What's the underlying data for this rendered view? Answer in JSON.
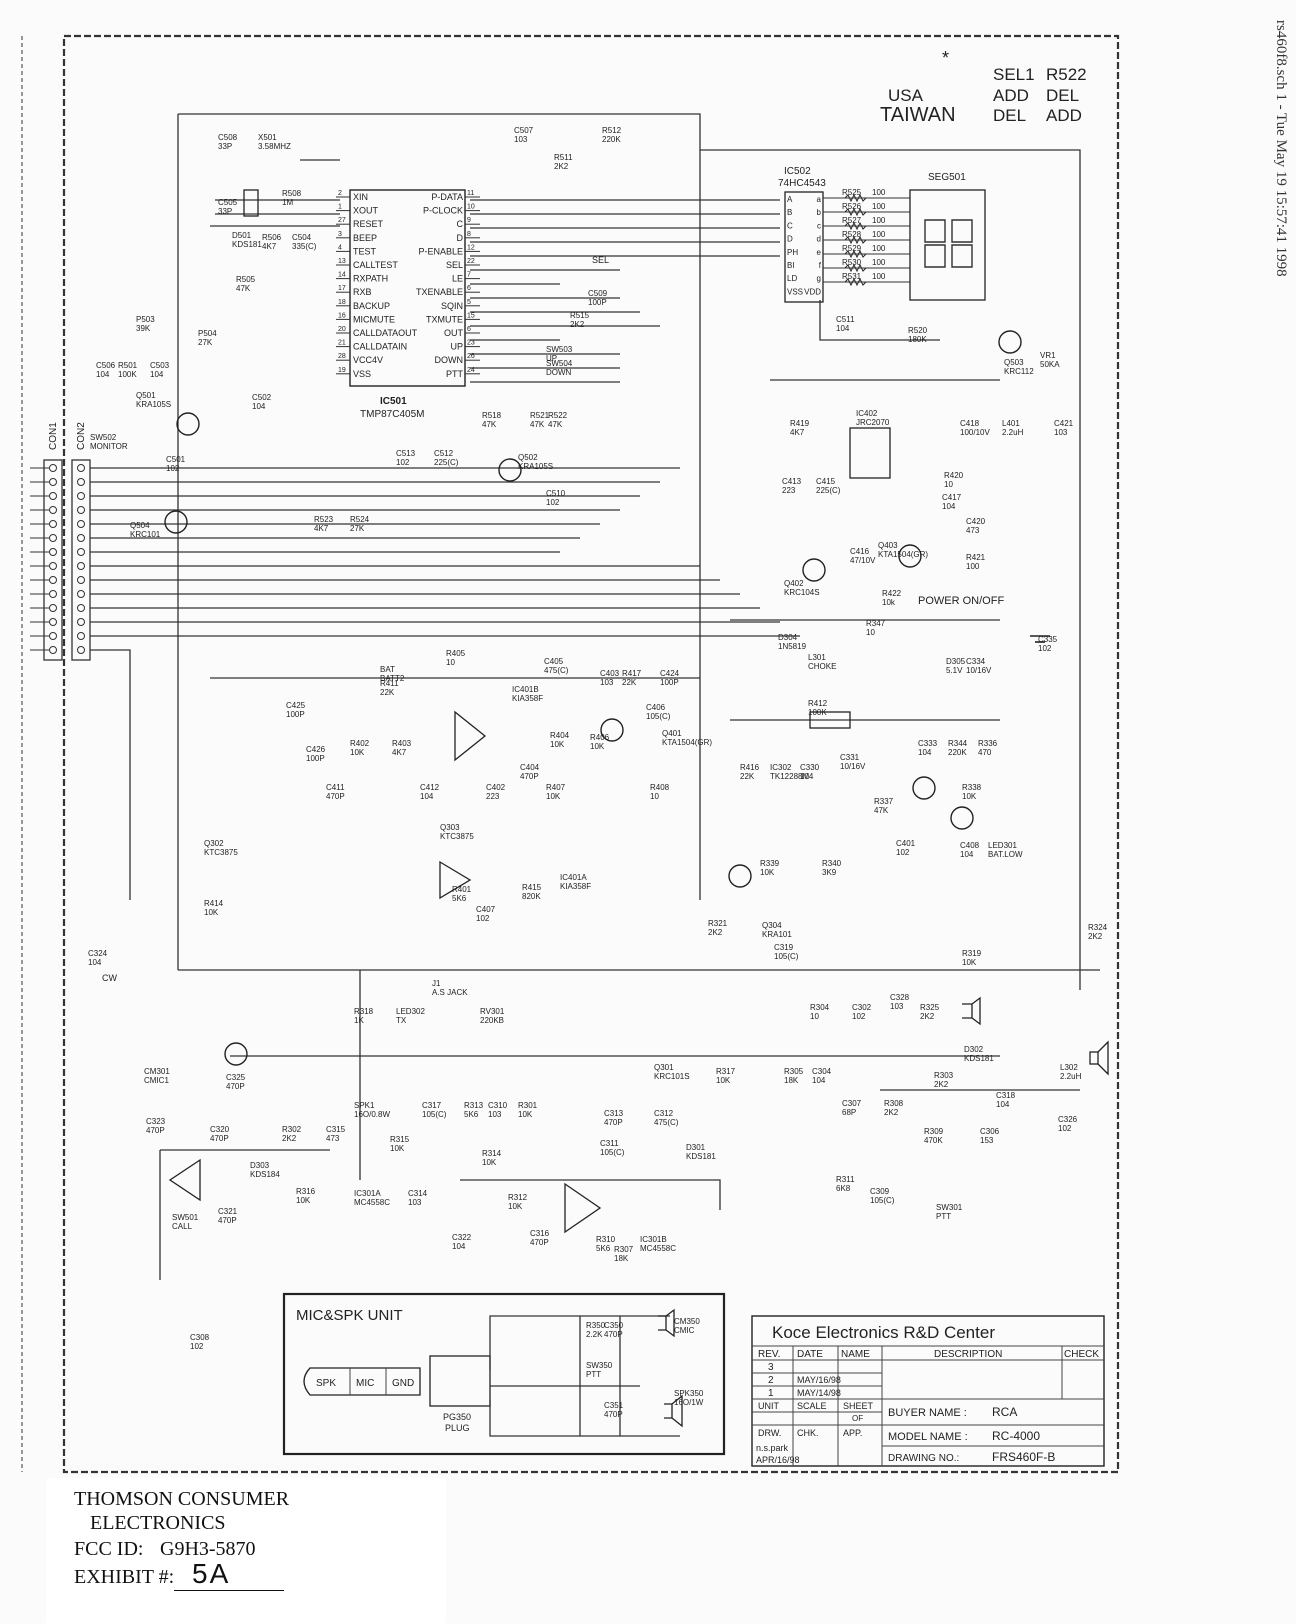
{
  "stamp": "rs460f8.sch 1 - Tue May 19 15:57:41 1998",
  "options": {
    "mark": "*",
    "col1": "SEL1",
    "col2": "R522",
    "rows": [
      {
        "region": "USA",
        "sel1": "ADD",
        "r522": "DEL"
      },
      {
        "region": "TAIWAN",
        "sel1": "DEL",
        "r522": "ADD"
      }
    ]
  },
  "connectors": {
    "con1": "CON1",
    "con2": "CON2"
  },
  "ic501": {
    "ref": "IC501",
    "part": "TMP87C405M",
    "left_pins": [
      {
        "num": "2",
        "name": "XIN"
      },
      {
        "num": "1",
        "name": "XOUT"
      },
      {
        "num": "27",
        "name": "RESET"
      },
      {
        "num": "3",
        "name": "BEEP"
      },
      {
        "num": "4",
        "name": "TEST"
      },
      {
        "num": "13",
        "name": "CALLTEST"
      },
      {
        "num": "14",
        "name": "RXPATH"
      },
      {
        "num": "17",
        "name": "RXB"
      },
      {
        "num": "18",
        "name": "BACKUP"
      },
      {
        "num": "16",
        "name": "MICMUTE"
      },
      {
        "num": "20",
        "name": "CALLDATAOUT"
      },
      {
        "num": "21",
        "name": "CALLDATAIN"
      },
      {
        "num": "28",
        "name": "VCC4V"
      },
      {
        "num": "19",
        "name": "VSS"
      }
    ],
    "right_pins": [
      {
        "num": "11",
        "name": "P-DATA"
      },
      {
        "num": "10",
        "name": "P-CLOCK"
      },
      {
        "num": "9",
        "name": "C"
      },
      {
        "num": "8",
        "name": "D"
      },
      {
        "num": "12",
        "name": "P-ENABLE"
      },
      {
        "num": "22",
        "name": "SEL"
      },
      {
        "num": "7",
        "name": "LE"
      },
      {
        "num": "6",
        "name": "TXENABLE"
      },
      {
        "num": "5",
        "name": "SQIN"
      },
      {
        "num": "15",
        "name": "TXMUTE"
      },
      {
        "num": "6",
        "name": "OUT"
      },
      {
        "num": "23",
        "name": "UP"
      },
      {
        "num": "26",
        "name": "DOWN"
      },
      {
        "num": "24",
        "name": "PTT"
      }
    ]
  },
  "ic502": {
    "ref": "IC502",
    "part": "74HC4543",
    "left_pins": [
      "A",
      "B",
      "C",
      "D",
      "PH",
      "BI",
      "LD",
      "VSS"
    ],
    "right_pins": [
      "a",
      "b",
      "c",
      "d",
      "e",
      "f",
      "g",
      "VDD"
    ]
  },
  "seg501": {
    "ref": "SEG501"
  },
  "seg_resistors": [
    "R525",
    "R526",
    "R527",
    "R528",
    "R529",
    "R530",
    "R531"
  ],
  "seg_value": "100",
  "components": [
    {
      "ref": "C508",
      "value": "33P"
    },
    {
      "ref": "X501",
      "value": "3.58MHZ"
    },
    {
      "ref": "C505",
      "value": "33P"
    },
    {
      "ref": "R508",
      "value": "1M"
    },
    {
      "ref": "D501",
      "value": "KDS181"
    },
    {
      "ref": "R506",
      "value": "4K7"
    },
    {
      "ref": "C504",
      "value": "335(C)"
    },
    {
      "ref": "R505",
      "value": "47K"
    },
    {
      "ref": "C507",
      "value": "103"
    },
    {
      "ref": "R511",
      "value": "2K2"
    },
    {
      "ref": "R512",
      "value": "220K"
    },
    {
      "ref": "C509",
      "value": "100P"
    },
    {
      "ref": "R515",
      "value": "2K2"
    },
    {
      "ref": "SW503",
      "value": "UP"
    },
    {
      "ref": "SW504",
      "value": "DOWN"
    },
    {
      "ref": "C511",
      "value": "104"
    },
    {
      "ref": "R520",
      "value": "180K"
    },
    {
      "ref": "Q503",
      "value": "KRC112"
    },
    {
      "ref": "VR1",
      "value": "50KA"
    },
    {
      "ref": "P503",
      "value": "39K"
    },
    {
      "ref": "P504",
      "value": "27K"
    },
    {
      "ref": "C506",
      "value": "104"
    },
    {
      "ref": "R501",
      "value": "100K"
    },
    {
      "ref": "C503",
      "value": "104"
    },
    {
      "ref": "Q501",
      "value": "KRA105S"
    },
    {
      "ref": "C502",
      "value": "104"
    },
    {
      "ref": "C501",
      "value": "102"
    },
    {
      "ref": "SW502",
      "value": "MONITOR"
    },
    {
      "ref": "C513",
      "value": "102"
    },
    {
      "ref": "C512",
      "value": "225(C)"
    },
    {
      "ref": "R518",
      "value": "47K"
    },
    {
      "ref": "R521",
      "value": "47K"
    },
    {
      "ref": "R522",
      "value": "47K"
    },
    {
      "ref": "Q502",
      "value": "KRA105S"
    },
    {
      "ref": "C510",
      "value": "102"
    },
    {
      "ref": "R523",
      "value": "4K7"
    },
    {
      "ref": "R524",
      "value": "27K"
    },
    {
      "ref": "Q504",
      "value": "KRC101"
    },
    {
      "ref": "R419",
      "value": "4K7"
    },
    {
      "ref": "IC402",
      "value": "JRC2070"
    },
    {
      "ref": "C418",
      "value": "100/10V"
    },
    {
      "ref": "L401",
      "value": "2.2uH"
    },
    {
      "ref": "C421",
      "value": "103"
    },
    {
      "ref": "C413",
      "value": "223"
    },
    {
      "ref": "C415",
      "value": "225(C)"
    },
    {
      "ref": "R420",
      "value": "10"
    },
    {
      "ref": "C417",
      "value": "104"
    },
    {
      "ref": "C420",
      "value": "473"
    },
    {
      "ref": "Q403",
      "value": "KTA1504(GR)"
    },
    {
      "ref": "R421",
      "value": "100"
    },
    {
      "ref": "C416",
      "value": "47/10V"
    },
    {
      "ref": "R422",
      "value": "10k"
    },
    {
      "ref": "Q402",
      "value": "KRC104S"
    },
    {
      "ref": "D304",
      "value": "1N5819"
    },
    {
      "ref": "R347",
      "value": "10"
    },
    {
      "ref": "L301",
      "value": "CHOKE"
    },
    {
      "ref": "D305",
      "value": "5.1V"
    },
    {
      "ref": "C334",
      "value": "10/16V"
    },
    {
      "ref": "C335",
      "value": "102"
    },
    {
      "ref": "BAT",
      "value": "BATT2"
    },
    {
      "ref": "R405",
      "value": "10"
    },
    {
      "ref": "IC401B",
      "value": "KIA358F"
    },
    {
      "ref": "C405",
      "value": "475(C)"
    },
    {
      "ref": "R411",
      "value": "22K"
    },
    {
      "ref": "C403",
      "value": "103"
    },
    {
      "ref": "R417",
      "value": "22K"
    },
    {
      "ref": "C424",
      "value": "100P"
    },
    {
      "ref": "C425",
      "value": "100P"
    },
    {
      "ref": "C426",
      "value": "100P"
    },
    {
      "ref": "R402",
      "value": "10K"
    },
    {
      "ref": "R403",
      "value": "4K7"
    },
    {
      "ref": "R404",
      "value": "10K"
    },
    {
      "ref": "R406",
      "value": "10K"
    },
    {
      "ref": "C406",
      "value": "105(C)"
    },
    {
      "ref": "Q401",
      "value": "KTA1504(GR)"
    },
    {
      "ref": "C411",
      "value": "470P"
    },
    {
      "ref": "C412",
      "value": "104"
    },
    {
      "ref": "C402",
      "value": "223"
    },
    {
      "ref": "C404",
      "value": "470P"
    },
    {
      "ref": "R407",
      "value": "10K"
    },
    {
      "ref": "R408",
      "value": "10"
    },
    {
      "ref": "R412",
      "value": "100K"
    },
    {
      "ref": "R416",
      "value": "22K"
    },
    {
      "ref": "IC302",
      "value": "TK12288M"
    },
    {
      "ref": "C330",
      "value": "104"
    },
    {
      "ref": "C331",
      "value": "10/16V"
    },
    {
      "ref": "C333",
      "value": "104"
    },
    {
      "ref": "R344",
      "value": "220K"
    },
    {
      "ref": "R336",
      "value": "470"
    },
    {
      "ref": "R337",
      "value": "47K"
    },
    {
      "ref": "R338",
      "value": "10K"
    },
    {
      "ref": "Q302",
      "value": "KTC3875"
    },
    {
      "ref": "Q303",
      "value": "KTC3875"
    },
    {
      "ref": "R401",
      "value": "5K6"
    },
    {
      "ref": "R415",
      "value": "820K"
    },
    {
      "ref": "IC401A",
      "value": "KIA358F"
    },
    {
      "ref": "R414",
      "value": "10K"
    },
    {
      "ref": "C407",
      "value": "102"
    },
    {
      "ref": "C401",
      "value": "102"
    },
    {
      "ref": "C408",
      "value": "104"
    },
    {
      "ref": "LED301",
      "value": "BAT.LOW"
    },
    {
      "ref": "R339",
      "value": "10K"
    },
    {
      "ref": "R340",
      "value": "3K9"
    },
    {
      "ref": "Q304",
      "value": "KRA101"
    },
    {
      "ref": "R321",
      "value": "2K2"
    },
    {
      "ref": "C319",
      "value": "105(C)"
    },
    {
      "ref": "R319",
      "value": "10K"
    },
    {
      "ref": "R324",
      "value": "2K2"
    },
    {
      "ref": "C324",
      "value": "104"
    },
    {
      "ref": "J1",
      "value": "A.S JACK"
    },
    {
      "ref": "RV301",
      "value": "220KB"
    },
    {
      "ref": "R318",
      "value": "1K"
    },
    {
      "ref": "LED302",
      "value": "TX"
    },
    {
      "ref": "R304",
      "value": "10"
    },
    {
      "ref": "C302",
      "value": "102"
    },
    {
      "ref": "C328",
      "value": "103"
    },
    {
      "ref": "R325",
      "value": "2K2"
    },
    {
      "ref": "D302",
      "value": "KDS181"
    },
    {
      "ref": "C325",
      "value": "470P"
    },
    {
      "ref": "CM301",
      "value": "CMIC1"
    },
    {
      "ref": "Q301",
      "value": "KRC101S"
    },
    {
      "ref": "R317",
      "value": "10K"
    },
    {
      "ref": "R305",
      "value": "18K"
    },
    {
      "ref": "C304",
      "value": "104"
    },
    {
      "ref": "R303",
      "value": "2K2"
    },
    {
      "ref": "C318",
      "value": "104"
    },
    {
      "ref": "L302",
      "value": "2.2uH"
    },
    {
      "ref": "C326",
      "value": "102"
    },
    {
      "ref": "C323",
      "value": "470P"
    },
    {
      "ref": "SPK1",
      "value": "16O/0.8W"
    },
    {
      "ref": "C317",
      "value": "105(C)"
    },
    {
      "ref": "R313",
      "value": "5K6"
    },
    {
      "ref": "C310",
      "value": "103"
    },
    {
      "ref": "R301",
      "value": "10K"
    },
    {
      "ref": "C313",
      "value": "470P"
    },
    {
      "ref": "C312",
      "value": "475(C)"
    },
    {
      "ref": "C307",
      "value": "68P"
    },
    {
      "ref": "R308",
      "value": "2K2"
    },
    {
      "ref": "C320",
      "value": "470P"
    },
    {
      "ref": "R302",
      "value": "2K2"
    },
    {
      "ref": "C315",
      "value": "473"
    },
    {
      "ref": "R315",
      "value": "10K"
    },
    {
      "ref": "R314",
      "value": "10K"
    },
    {
      "ref": "C311",
      "value": "105(C)"
    },
    {
      "ref": "D301",
      "value": "KDS181"
    },
    {
      "ref": "R309",
      "value": "470K"
    },
    {
      "ref": "C306",
      "value": "153"
    },
    {
      "ref": "D303",
      "value": "KDS184"
    },
    {
      "ref": "SW501",
      "value": "CALL"
    },
    {
      "ref": "R316",
      "value": "10K"
    },
    {
      "ref": "IC301A",
      "value": "MC4558C"
    },
    {
      "ref": "C314",
      "value": "103"
    },
    {
      "ref": "R312",
      "value": "10K"
    },
    {
      "ref": "R311",
      "value": "6K8"
    },
    {
      "ref": "C309",
      "value": "105(C)"
    },
    {
      "ref": "SW301",
      "value": "PTT"
    },
    {
      "ref": "C321",
      "value": "470P"
    },
    {
      "ref": "C322",
      "value": "104"
    },
    {
      "ref": "C316",
      "value": "470P"
    },
    {
      "ref": "R310",
      "value": "5K6"
    },
    {
      "ref": "IC301B",
      "value": "MC4558C"
    },
    {
      "ref": "R307",
      "value": "18K"
    },
    {
      "ref": "C308",
      "value": "102"
    }
  ],
  "labels": {
    "sel": "SEL",
    "power": "POWER ON/OFF",
    "cw": "CW"
  },
  "mic_spk_unit": {
    "title": "MIC&SPK UNIT",
    "plug_segments": [
      "SPK",
      "MIC",
      "GND"
    ],
    "plug_ref": "PG350",
    "plug_label": "PLUG",
    "parts": [
      {
        "ref": "R350",
        "value": "2.2K"
      },
      {
        "ref": "C350",
        "value": "470P"
      },
      {
        "ref": "CM350",
        "value": "CMIC"
      },
      {
        "ref": "SW350",
        "value": "PTT"
      },
      {
        "ref": "C351",
        "value": "470P"
      },
      {
        "ref": "SPK350",
        "value": "16O/1W"
      }
    ]
  },
  "title_block": {
    "company": "Koce Electronics R&D Center",
    "headers": [
      "REV.",
      "DATE",
      "NAME",
      "DESCRIPTION",
      "CHECK"
    ],
    "revisions": [
      {
        "rev": "3",
        "date": "",
        "name": ""
      },
      {
        "rev": "2",
        "date": "MAY/16/98",
        "name": ""
      },
      {
        "rev": "1",
        "date": "MAY/14/98",
        "name": ""
      }
    ],
    "unit": "UNIT",
    "scale": "SCALE",
    "sheet": "SHEET",
    "of": "OF",
    "drw": "DRW.",
    "chk": "CHK.",
    "app": "APP.",
    "drawer": "n.s.park",
    "drawn_date": "APR/16/98",
    "buyer_label": "BUYER NAME :",
    "buyer": "RCA",
    "model_label": "MODEL NAME :",
    "model": "RC-4000",
    "drawing_label": "DRAWING NO.:",
    "drawing": "FRS460F-B"
  },
  "fcc": {
    "company_line1": "THOMSON CONSUMER",
    "company_line2": "ELECTRONICS",
    "fcc_label": "FCC ID:",
    "fcc_id": "G9H3-5870",
    "exhibit_label": "EXHIBIT #:",
    "exhibit": "5A"
  }
}
